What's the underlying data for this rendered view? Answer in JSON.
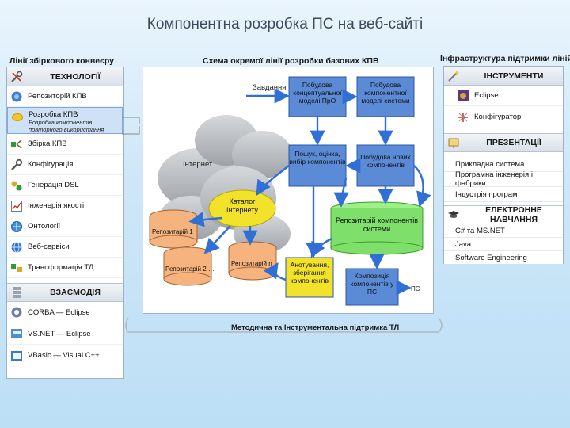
{
  "title": "Компонентна розробка ПС на веб-сайті",
  "left": {
    "section_label": "Лінії збіркового конвеєру",
    "tech_header": "ТЕХНОЛОГІЇ",
    "items": [
      {
        "label": "Репозиторій КПВ",
        "icon": "repository-icon"
      },
      {
        "label": "Розробка КПВ",
        "icon": "lemon-icon",
        "subtitle": "Розробка компонентів повторного використання"
      },
      {
        "label": "Збірка КПВ",
        "icon": "assembly-icon"
      },
      {
        "label": "Конфігурація",
        "icon": "wrench-icon"
      },
      {
        "label": "Генерація DSL",
        "icon": "gears-icon"
      },
      {
        "label": "Інженерія якості",
        "icon": "quality-chart-icon"
      },
      {
        "label": "Онтології",
        "icon": "ontology-icon"
      },
      {
        "label": "Веб-сервіси",
        "icon": "globe-icon"
      },
      {
        "label": "Трансформація ТД",
        "icon": "transform-icon"
      }
    ],
    "interop_header": "ВЗАЄМОДІЯ",
    "interop_items": [
      {
        "label": "CORBA — Eclipse",
        "icon": "corba-icon"
      },
      {
        "label": "VS.NET — Eclipse",
        "icon": "vsnet-icon"
      },
      {
        "label": "VBasic — Visual C++",
        "icon": "vbasic-icon"
      }
    ]
  },
  "center": {
    "section_label": "Схема окремої лінії розробки базових КПВ",
    "footer": "Методична та Інструментальна підтримка ТЛ",
    "labels": {
      "zavdannia": "Завдання",
      "internet": "Інтернет",
      "catalog": "Каталог Інтернету",
      "repo1": "Репозитарій 1",
      "repo2": "Репозитарій 2 …",
      "repon": "Репозитарій n",
      "box1": "Побудова концептуальної моделі ПрО",
      "box2": "Побудова компонентної моделі системи",
      "box3": "Пошук, оцінка, вибір компонентів",
      "box4": "Побудова нових компонентів",
      "repo_system": "Репозитарій компонентів системи",
      "box5": "Анотування, зберігання компонентів",
      "box6": "Композиція компонентів у ПС",
      "ps": "ПС"
    }
  },
  "right": {
    "section_label": "Інфраструктура підтримки ліній",
    "tools_header": "ІНСТРУМЕНТИ",
    "tools": [
      {
        "label": "Eclipse",
        "icon": "eclipse-icon"
      },
      {
        "label": "Конфігуратор",
        "icon": "configurator-icon"
      }
    ],
    "present_header": "ПРЕЗЕНТАЦІЇ",
    "presentations": [
      "Прикладна система",
      "Програмна інженерія і фабрики",
      "Індустрія програм"
    ],
    "elearn_header": "ЕЛЕКТРОННЕ НАВЧАННЯ",
    "elearn": [
      "C# та MS.NET",
      "Java",
      "Software Engineering"
    ]
  },
  "colors": {
    "box_fill": "#5b8bd6",
    "box_stroke": "#2a5aa8",
    "arrow": "#2f6fd6",
    "catalog_fill": "#f2e229",
    "repo_fill": "#f6b37e",
    "cylinder_fill": "#7ee06a",
    "cloud_fill": "#b9bcc0"
  }
}
